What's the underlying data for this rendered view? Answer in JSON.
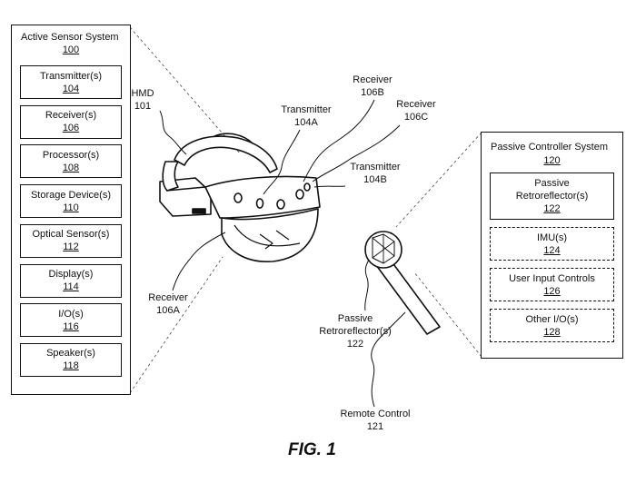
{
  "active": {
    "title": "Active Sensor System",
    "num": "100",
    "items": [
      {
        "label": "Transmitter(s)",
        "num": "104"
      },
      {
        "label": "Receiver(s)",
        "num": "106"
      },
      {
        "label": "Processor(s)",
        "num": "108"
      },
      {
        "label": "Storage Device(s)",
        "num": "110"
      },
      {
        "label": "Optical Sensor(s)",
        "num": "112"
      },
      {
        "label": "Display(s)",
        "num": "114"
      },
      {
        "label": "I/O(s)",
        "num": "116"
      },
      {
        "label": "Speaker(s)",
        "num": "118"
      }
    ]
  },
  "passive": {
    "title": "Passive Controller System",
    "num": "120",
    "items": [
      {
        "label": "Passive",
        "label2": "Retroreflector(s)",
        "num": "122",
        "style": "solid"
      },
      {
        "label": "IMU(s)",
        "num": "124",
        "style": "dashed"
      },
      {
        "label": "User Input Controls",
        "num": "126",
        "style": "dashed"
      },
      {
        "label": "Other I/O(s)",
        "num": "128",
        "style": "dashed"
      }
    ]
  },
  "labels": {
    "hmd": "HMD",
    "hmd_num": "101",
    "tx_a": "Transmitter",
    "tx_a_num": "104A",
    "rx_b": "Receiver",
    "rx_b_num": "106B",
    "rx_c": "Receiver",
    "rx_c_num": "106C",
    "tx_b": "Transmitter",
    "tx_b_num": "104B",
    "rx_a": "Receiver",
    "rx_a_num": "106A",
    "retro": "Passive",
    "retro2": "Retroreflector(s)",
    "retro_num": "122",
    "remote": "Remote Control",
    "remote_num": "121"
  },
  "figure_label": "FIG. 1"
}
